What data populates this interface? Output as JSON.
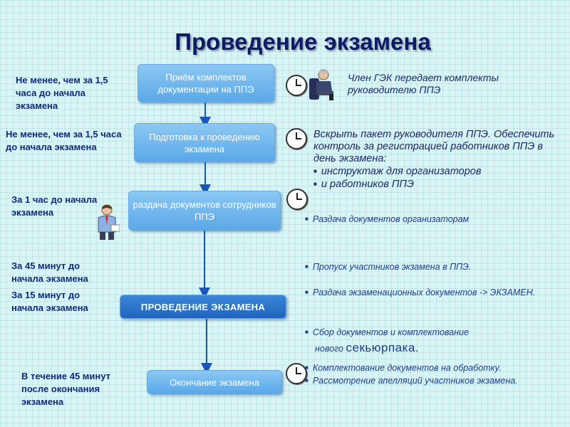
{
  "title": "Проведение экзамена",
  "steps": [
    "Приём комплектов документации на ППЭ",
    "Подготовка к проведению экзамена",
    "раздача документов сотрудников ППЭ",
    "ПРОВЕДЕНИЕ ЭКЗАМЕНА",
    "Окончание экзамена"
  ],
  "times": {
    "t1": "Не менее, чем за 1,5 часа до начала экзамена",
    "t2": "Не менее, чем за 1,5 часа до начала экзамена",
    "t3": "За 1 час до начала экзамена",
    "t4": "За 45 минут до начала экзамена",
    "t5": "За 15 минут до начала экзамена",
    "t6": "В течение 45 минут после окончания экзамена"
  },
  "actions": {
    "a1": "Член ГЭК передает комплекты руководителю ППЭ",
    "a2": "Вскрыть пакет руководителя ППЭ. Обеспечить контроль за регистрацией работников ППЭ в день экзамена:",
    "a2_b1": "инструктаж для организаторов",
    "a2_b2": "и работников ППЭ",
    "a3": "Раздача документов организаторам",
    "a4": "Пропуск участников экзамена в ППЭ.",
    "a5": "Раздача экзаменационных документов -> ЭКЗАМЕН.",
    "a6_prefix": "Сбор документов и комплектование",
    "a6_new": "нового",
    "a6_big": "секьюрпака.",
    "a7_1": "Комплектование документов на обработку.",
    "a7_2": "Рассмотрение апелляций участников экзамена."
  },
  "colors": {
    "background": "#d9f4f4",
    "title": "#0d1a66",
    "box_light": "#7bbcf0",
    "box_dark": "#2a74cc",
    "arrow": "#1a55b8"
  }
}
